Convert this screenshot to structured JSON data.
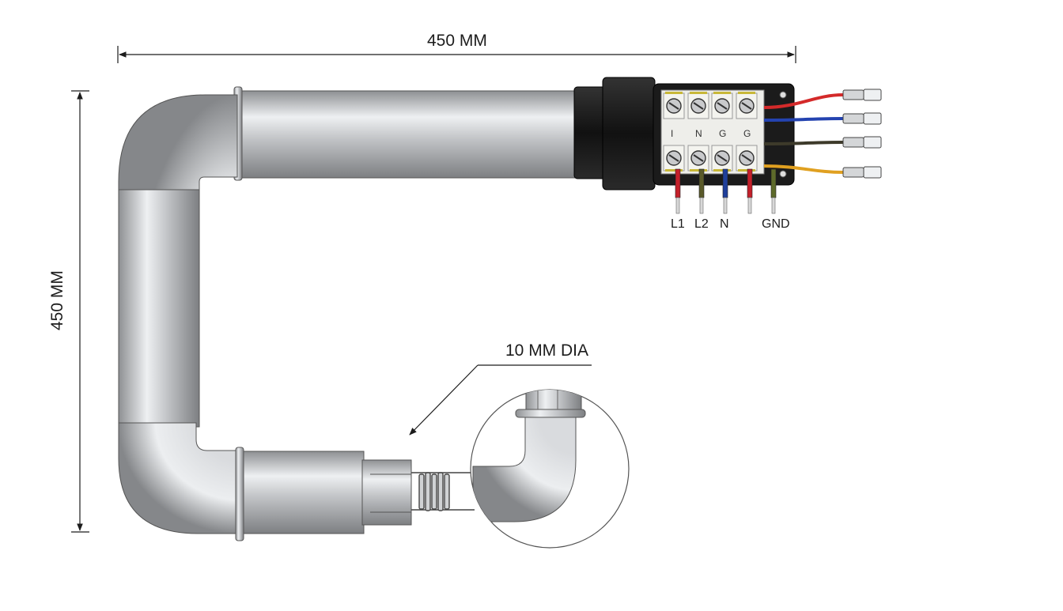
{
  "dimensions": {
    "width_label": "450 MM",
    "height_label": "450 MM",
    "callout_label": "10 MM DIA"
  },
  "terminal_block": {
    "terminal_letters": [
      "I",
      "N",
      "G",
      "G"
    ],
    "bottom_wires": [
      {
        "label": "L1",
        "color": "#c4202a"
      },
      {
        "label": "L2",
        "color": "#5a5a2a"
      },
      {
        "label": "N",
        "color": "#1f3f9a"
      },
      {
        "label": "",
        "color": "#c4202a"
      },
      {
        "label": "GND",
        "color": "#5d6a2a"
      }
    ],
    "side_wires": [
      {
        "color": "#d42a2a"
      },
      {
        "color": "#2443b0"
      },
      {
        "color": "#3d3a2a"
      },
      {
        "color": "#e0a020"
      }
    ]
  },
  "colors": {
    "pipe_dark": "#8c8e91",
    "pipe_light": "#eef0f2",
    "line": "#1c1c1c",
    "block": "#1a1a1a"
  }
}
